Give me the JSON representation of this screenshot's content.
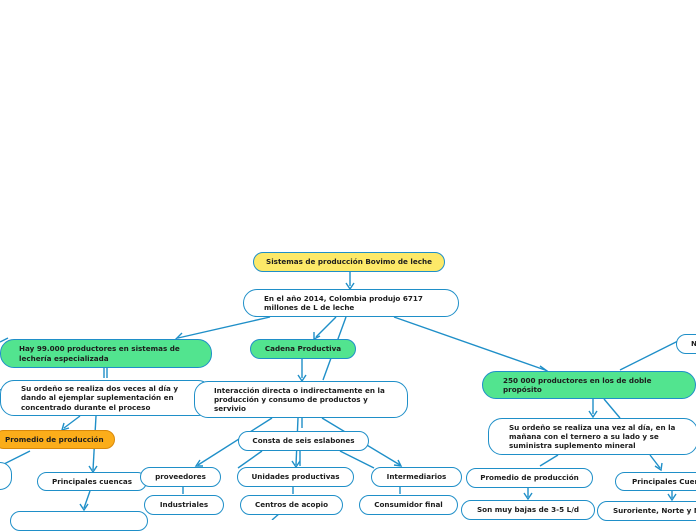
{
  "nodes": {
    "root": "Sistemas de producción Bovimo de leche",
    "year_stat": "En el año 2014, Colombia produjo 6717 millones de L de leche",
    "specialized": "Hay 99.000 productores en sistemas de lechería especializada",
    "productive_chain": "Cadena Productiva",
    "dual_purpose": "250 000 productores en los de doble propósito",
    "right_edge": "N",
    "milking_twice": "Su ordeño se realiza dos veces al día y dando al ejemplar suplementación en concentrado durante el proceso",
    "direct_interaction": "Interacción directa o indirectamente en la producción y consumo de productos y servivio",
    "milking_once": "Su ordeño se realiza una vez al día, en la mañana con el ternero a su lado y se suministra suplemento mineral",
    "avg_production_left": "Promedio de producción",
    "six_links": "Consta de seis eslabones",
    "main_basins_left": "Principales cuencas",
    "suppliers": "proveedores",
    "productive_units": "Unidades productivas",
    "intermediaries": "Intermediarios",
    "avg_production_right": "Promedio de producción",
    "main_basins_right": "Principales Cuencas",
    "industrial": "Industriales",
    "collection_centers": "Centros de acopio",
    "final_consumer": "Consumidor final",
    "low_yield": "Son muy bajas de 3-5 L/d",
    "regions": "Suroriente, Norte y Noroccidente"
  },
  "colors": {
    "line": "#1f8fc8",
    "root_fill": "#fde968",
    "green_fill": "#52e48f",
    "orange_fill": "#fbad1a"
  }
}
